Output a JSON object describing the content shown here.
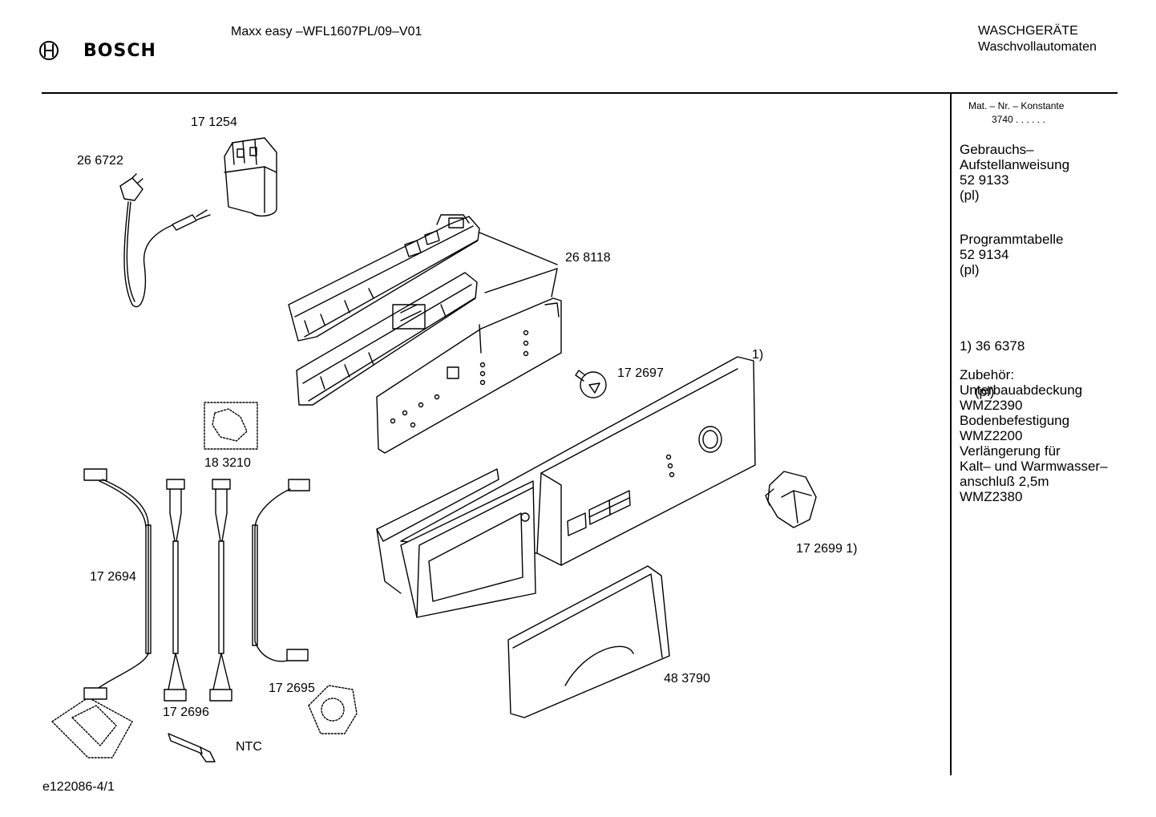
{
  "header": {
    "brand": "BOSCH",
    "model": "Maxx easy –WFL1607PL/09–V01",
    "category": "WASCHGERÄTE",
    "subcategory": "Waschvollautomaten"
  },
  "sidebar": {
    "mat_label": "Mat. – Nr. – Konstante",
    "mat_value": "3740  .  .    .  .  .  .",
    "blocks": [
      [
        "Gebrauchs–",
        "Aufstellanweisung",
        "52 9133",
        "(pl)"
      ],
      [
        "Programmtabelle",
        "52 9134",
        "(pl)"
      ],
      [
        "1) 36 6378",
        "    (pl)"
      ],
      [
        "Zubehör:",
        "Unterbauabdeckung",
        "WMZ2390",
        "Bodenbefestigung",
        "WMZ2200",
        "Verlängerung für",
        "Kalt– und Warmwasser–",
        "anschluß 2,5m",
        "WMZ2380"
      ]
    ]
  },
  "parts": {
    "p171254": "17 1254",
    "p266722": "26 6722",
    "p268118": "26 8118",
    "p172697": "17 2697",
    "note1": "1)",
    "p183210": "18 3210",
    "p172694": "17 2694",
    "p172695": "17 2695",
    "p172696": "17 2696",
    "ntc": "NTC",
    "p172699": "17 2699 1)",
    "p483790": "48 3790"
  },
  "footer": {
    "code": "e122086-4/1"
  }
}
